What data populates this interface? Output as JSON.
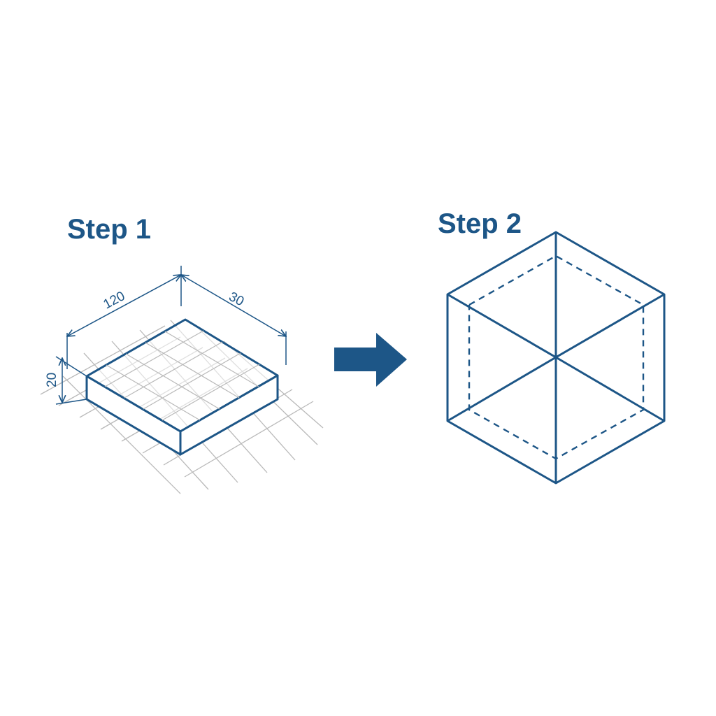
{
  "colors": {
    "primary": "#1d5687",
    "grid": "#b9b9b9",
    "background": "#ffffff"
  },
  "step1": {
    "title": "Step 1",
    "dimensions": {
      "length": "120",
      "width": "30",
      "height": "20"
    }
  },
  "step2": {
    "title": "Step 2"
  },
  "arrow": {
    "icon": "right-arrow-icon"
  }
}
